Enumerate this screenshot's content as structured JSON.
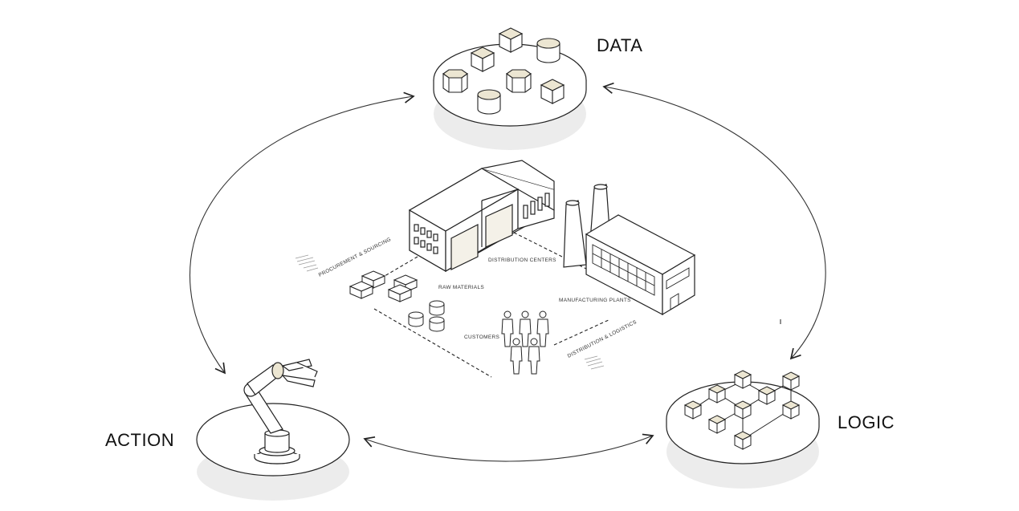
{
  "nodes": {
    "data": {
      "label": "DATA",
      "icons": [
        "cube-icon",
        "cylinder-icon",
        "hexagon-prism-icon"
      ]
    },
    "logic": {
      "label": "LOGIC",
      "icons": [
        "cube-icon",
        "connector-line"
      ]
    },
    "action": {
      "label": "ACTION",
      "icons": [
        "robot-arm-icon"
      ]
    }
  },
  "supply_chain": {
    "sites": [
      {
        "name": "distribution-centers",
        "label": "DISTRIBUTION\nCENTERS"
      },
      {
        "name": "raw-materials",
        "label": "RAW MATERIALS"
      },
      {
        "name": "manufacturing-plants",
        "label": "MANUFACTURING\nPLANTS"
      },
      {
        "name": "customers",
        "label": "CUSTOMERS"
      }
    ],
    "edge_labels": [
      "PROCUREMENT & SOURCING",
      "DISTRIBUTION & LOGISTICS"
    ]
  },
  "colors": {
    "stroke": "#222222",
    "fill_accent": "#ece6d2",
    "platform_shadow": "#ececec"
  }
}
